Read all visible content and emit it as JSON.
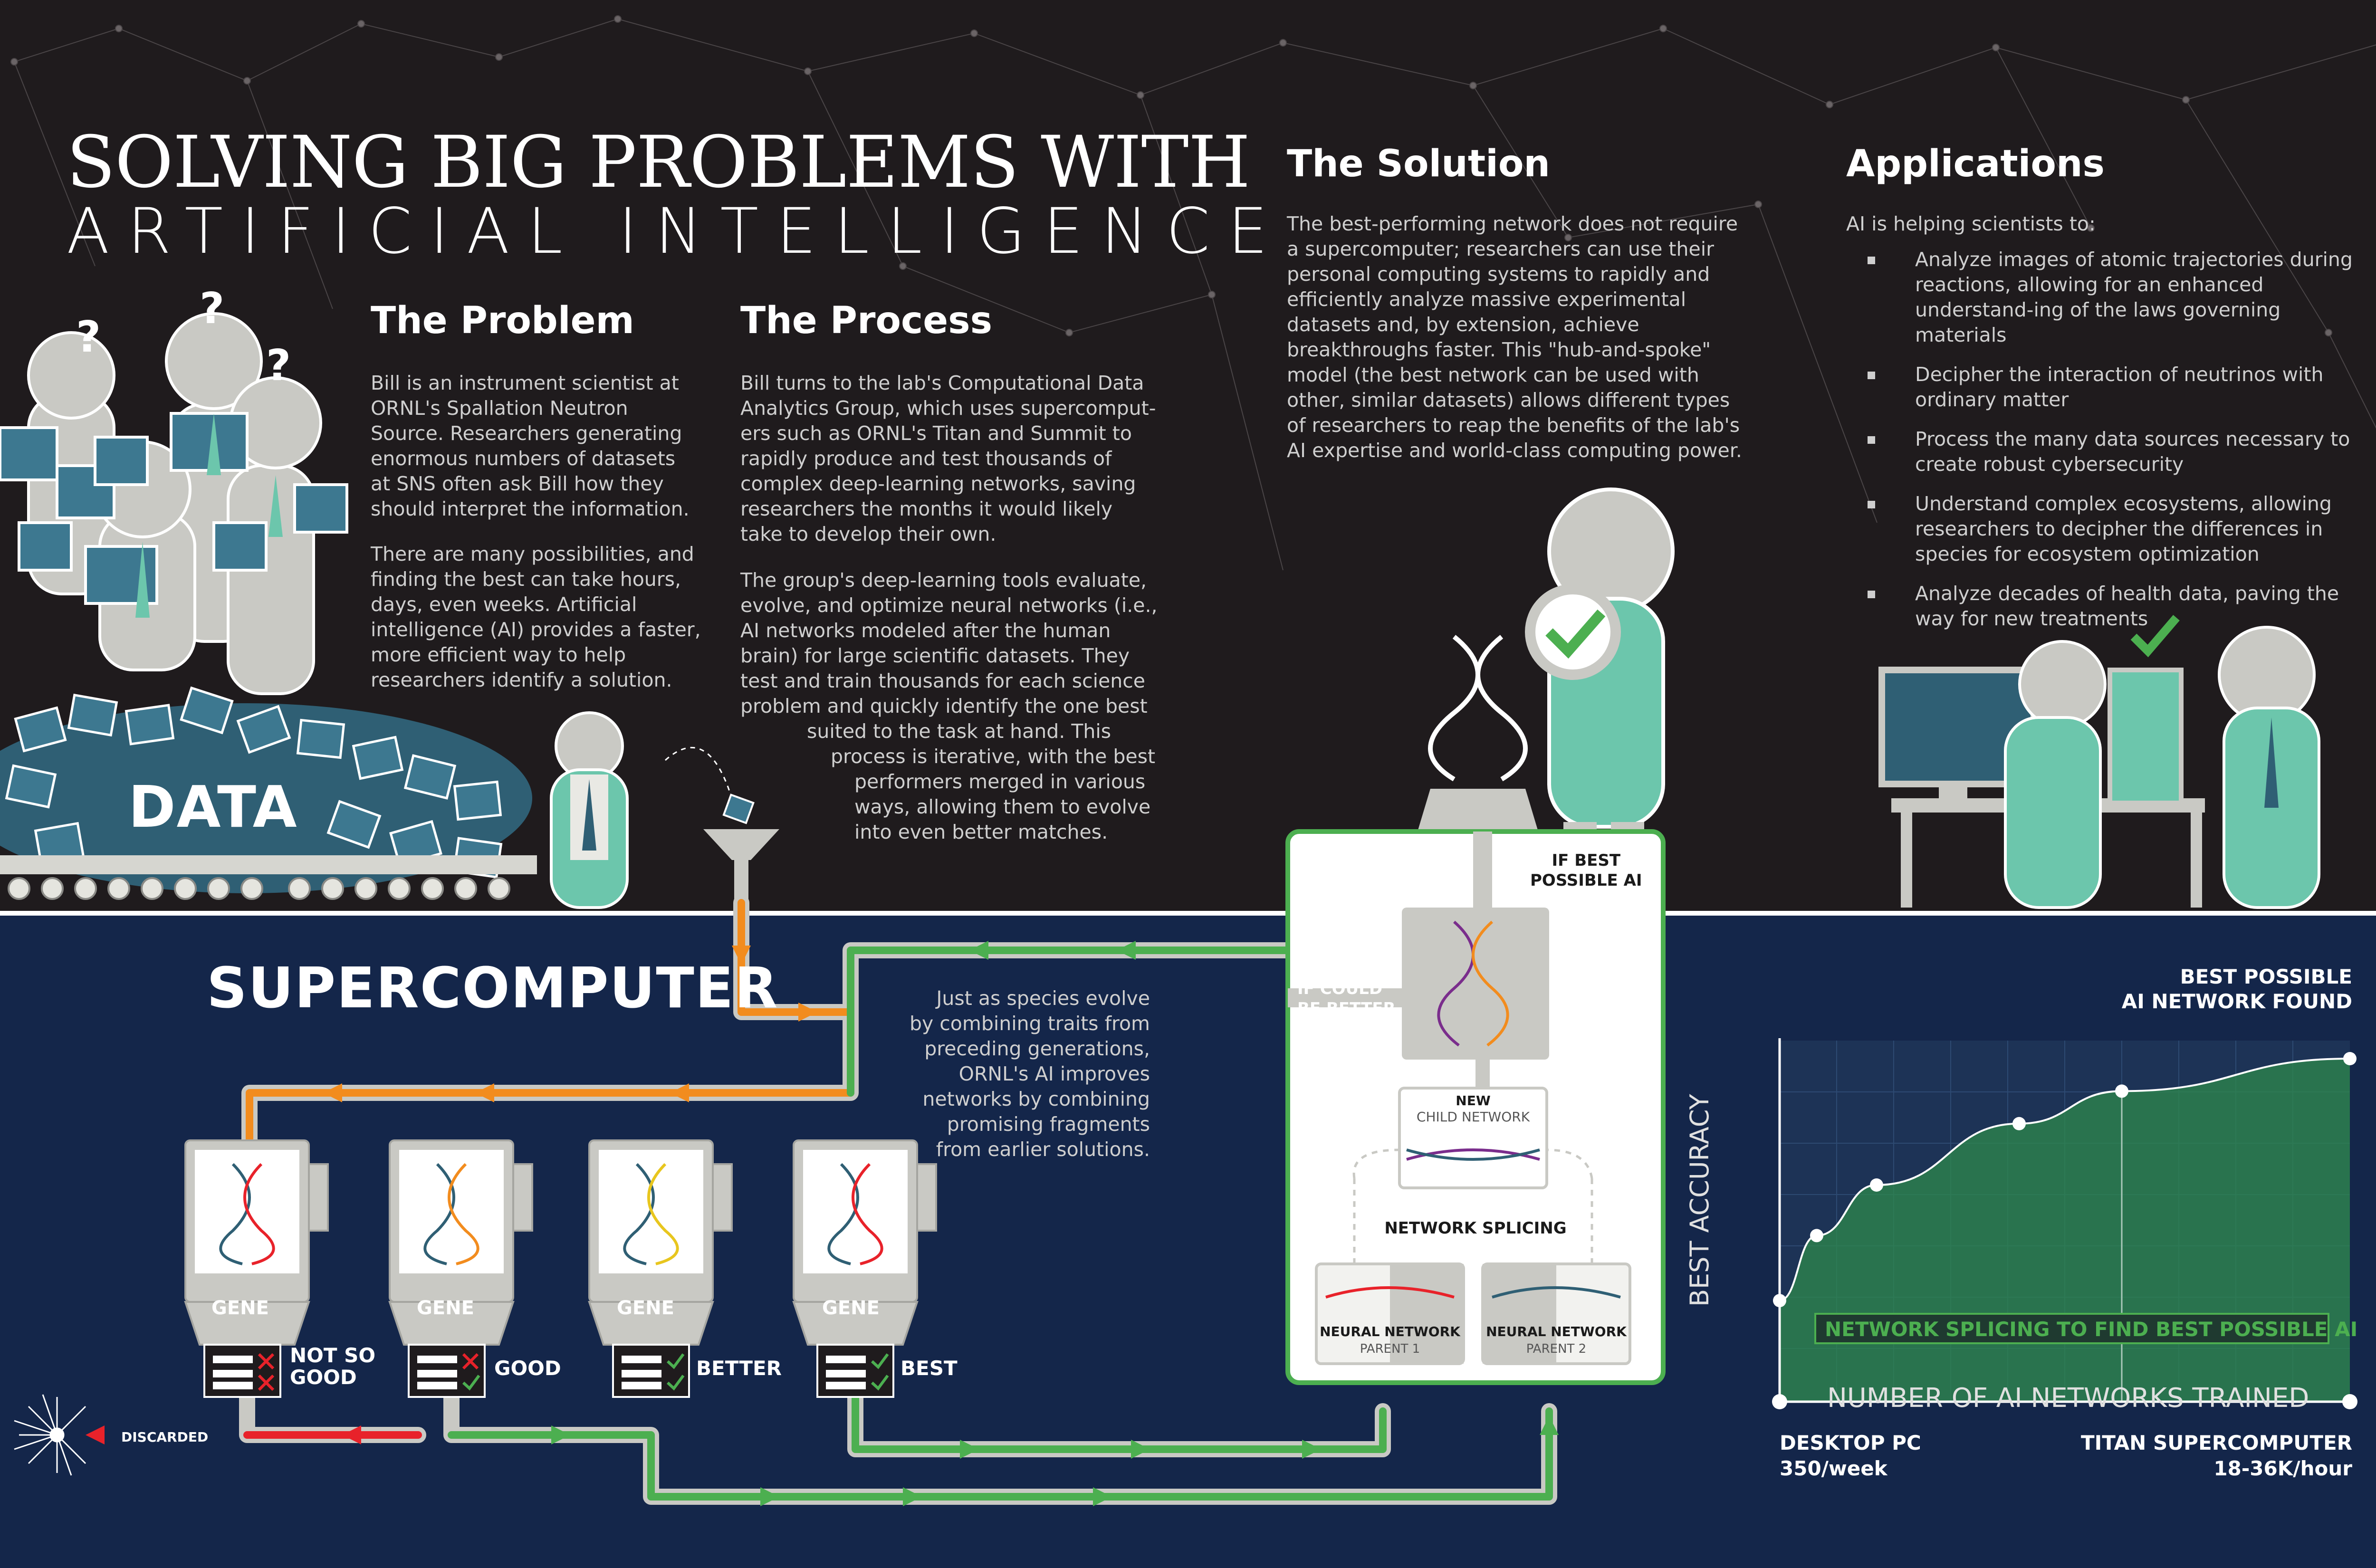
{
  "title": {
    "line1": "SOLVING BIG PROBLEMS WITH",
    "line2": "ARTIFICIAL INTELLIGENCE"
  },
  "problem": {
    "heading": "The Problem",
    "para1": [
      "Bill is an instrument scientist at",
      "ORNL's Spallation Neutron",
      "Source. Researchers generating",
      "enormous numbers of datasets",
      "at SNS often ask Bill how they",
      "should interpret the information."
    ],
    "para2": [
      "There are many possibilities, and",
      "finding the best can take hours,",
      "days, even weeks. Artificial",
      "intelligence (AI) provides a faster,",
      "more efficient way to help",
      "researchers identify a solution."
    ]
  },
  "process": {
    "heading": "The Process",
    "para1": [
      "Bill turns to the lab's Computational Data",
      "Analytics Group, which uses supercomput-",
      "ers such as ORNL's Titan and Summit to",
      "rapidly produce and test thousands of",
      "complex deep-learning networks, saving",
      "researchers the months it would likely",
      "take to develop their own."
    ],
    "para2": [
      "The group's deep-learning tools evaluate,",
      "evolve, and optimize neural networks (i.e.,",
      "AI networks modeled after the human",
      "brain) for large scientific datasets. They",
      "test and train thousands for each science",
      "problem and quickly identify the one best",
      "suited to the task at hand. This",
      "process is iterative, with the best",
      "performers merged in various",
      "ways, allowing them to evolve",
      "into even better matches."
    ]
  },
  "solution": {
    "heading": "The Solution",
    "para": [
      "The best-performing network does not require",
      "a supercomputer; researchers can use their",
      "personal computing systems to rapidly and",
      "efficiently analyze massive experimental",
      "datasets and, by extension, achieve",
      "breakthroughs faster. This \"hub-and-spoke\"",
      "model (the best network can be used with",
      "other, similar datasets) allows different types",
      "of researchers to reap the benefits of the lab's",
      "AI expertise and world-class computing power."
    ]
  },
  "applications": {
    "heading": "Applications",
    "intro": "AI is helping scientists to:",
    "items": [
      "Analyze images of atomic trajectories during reactions, allowing for an enhanced understand-ing of the laws governing materials",
      "Decipher the interaction of neutrinos with ordinary matter",
      "Process the many data sources necessary to create robust cybersecurity",
      "Understand complex ecosystems, allowing researchers to decipher the differences in species for ecosystem optimization",
      "Analyze decades of health data, paving the way for new treatments"
    ]
  },
  "data_label": "DATA",
  "supercomputer": {
    "label": "SUPERCOMPUTER",
    "species_text": [
      "Just as species evolve",
      "by combining traits from",
      "preceding generations,",
      "ORNL's AI improves",
      "networks by combining",
      "promising fragments",
      "from earlier solutions."
    ],
    "gene_label": "GENE",
    "ratings": [
      "NOT SO GOOD",
      "GOOD",
      "BETTER",
      "BEST"
    ],
    "discarded": "DISCARDED"
  },
  "splicing_box": {
    "if_best": [
      "IF BEST",
      "POSSIBLE AI"
    ],
    "if_could": [
      "IF COULD",
      "BE BETTER"
    ],
    "new_child": [
      "NEW",
      "CHILD NETWORK"
    ],
    "network_splicing": "NETWORK SPLICING",
    "parent1": [
      "NEURAL NETWORK",
      "PARENT 1"
    ],
    "parent2": [
      "NEURAL NETWORK",
      "PARENT 2"
    ]
  },
  "chart_data": {
    "type": "line",
    "title": "",
    "xlabel": "NUMBER OF AI NETWORKS TRAINED",
    "ylabel": "BEST ACCURACY",
    "x": [
      0,
      0.065,
      0.17,
      0.42,
      0.6,
      1.0
    ],
    "y": [
      0.28,
      0.46,
      0.6,
      0.77,
      0.86,
      0.95
    ],
    "xlim": [
      0,
      1
    ],
    "ylim": [
      0,
      1
    ],
    "grid": true,
    "top_label": [
      "BEST POSSIBLE",
      "AI NETWORK FOUND"
    ],
    "band_label": "NETWORK SPLICING TO FIND BEST POSSIBLE AI",
    "left_label": [
      "DESKTOP PC",
      "350/week"
    ],
    "right_label": [
      "TITAN SUPERCOMPUTER",
      "18-36K/hour"
    ]
  },
  "colors": {
    "background_top": "#1f1b1d",
    "background_bottom": "#14264a",
    "teal": "#6cc6ac",
    "gray": "#c9c9c4",
    "orange": "#f28c1e",
    "green": "#4caf50",
    "red": "#e8222a",
    "white": "#ffffff"
  }
}
